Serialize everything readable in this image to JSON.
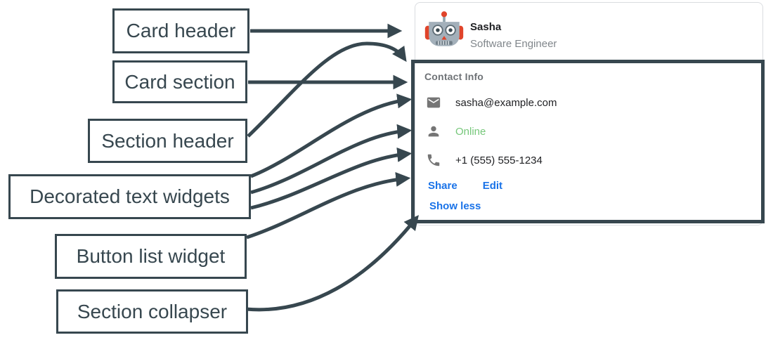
{
  "annotations": {
    "arrow_color": "#37474F",
    "items": [
      {
        "text": "Card header"
      },
      {
        "text": "Card section"
      },
      {
        "text": "Section header"
      },
      {
        "text": "Decorated text widgets"
      },
      {
        "text": "Button list widget"
      },
      {
        "text": "Section collapser"
      }
    ]
  },
  "card": {
    "header": {
      "title": "Sasha",
      "subtitle": "Software Engineer",
      "avatar_icon": "robot-avatar"
    },
    "section": {
      "title": "Contact Info",
      "decorated_text_widgets": [
        {
          "icon": "email-icon",
          "text": "sasha@example.com"
        },
        {
          "icon": "person-icon",
          "text": "Online",
          "status_color": "#76c77a"
        },
        {
          "icon": "phone-icon",
          "text": "+1 (555) 555-1234"
        }
      ],
      "buttons": [
        {
          "label": "Share"
        },
        {
          "label": "Edit"
        }
      ],
      "collapser_label": "Show less"
    }
  },
  "colors": {
    "annotation": "#37474F",
    "link_blue": "#1a73e8",
    "online_green": "#76c77a",
    "icon_gray": "#757575",
    "muted_text": "#80868b",
    "card_border": "#dadce0"
  }
}
